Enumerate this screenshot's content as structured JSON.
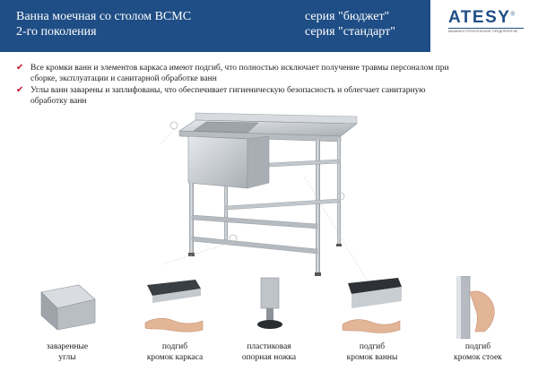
{
  "header": {
    "title_line1": "Ванна моечная со столом ВСМС",
    "title_line2": "2-го поколения",
    "series_line1": "серия \"бюджет\"",
    "series_line2": "серия \"стандарт\""
  },
  "logo": {
    "name": "ATESY",
    "registered": "®",
    "subtitle": "МАШИНОСТРОИТЕЛЬНОЕ ПРЕДПРИЯТИЕ"
  },
  "features": [
    "Все кромки ванн и элементов каркаса имеют подгиб, что полностью исключает получение травмы персоналом при сборке, эксплуатации и санитарной обработке ванн",
    "Углы ванн заварены и заплифованы, что обеспечивает гигиеническую безопасность и облегчает санитарную обработку ванн"
  ],
  "details": [
    {
      "icon": "welded-corner-icon",
      "caption_line1": "заваренные",
      "caption_line2": "углы"
    },
    {
      "icon": "frame-edge-icon",
      "caption_line1": "подгиб",
      "caption_line2": "кромок каркаса"
    },
    {
      "icon": "plastic-foot-icon",
      "caption_line1": "пластиковая",
      "caption_line2": "опорная ножка"
    },
    {
      "icon": "tub-edge-icon",
      "caption_line1": "подгиб",
      "caption_line2": "кромок ванны"
    },
    {
      "icon": "leg-edge-icon",
      "caption_line1": "подгиб",
      "caption_line2": "кромок стоек"
    }
  ],
  "colors": {
    "header": "#1f4e86",
    "check": "#c8102e",
    "steel": "#c7ccd1"
  }
}
